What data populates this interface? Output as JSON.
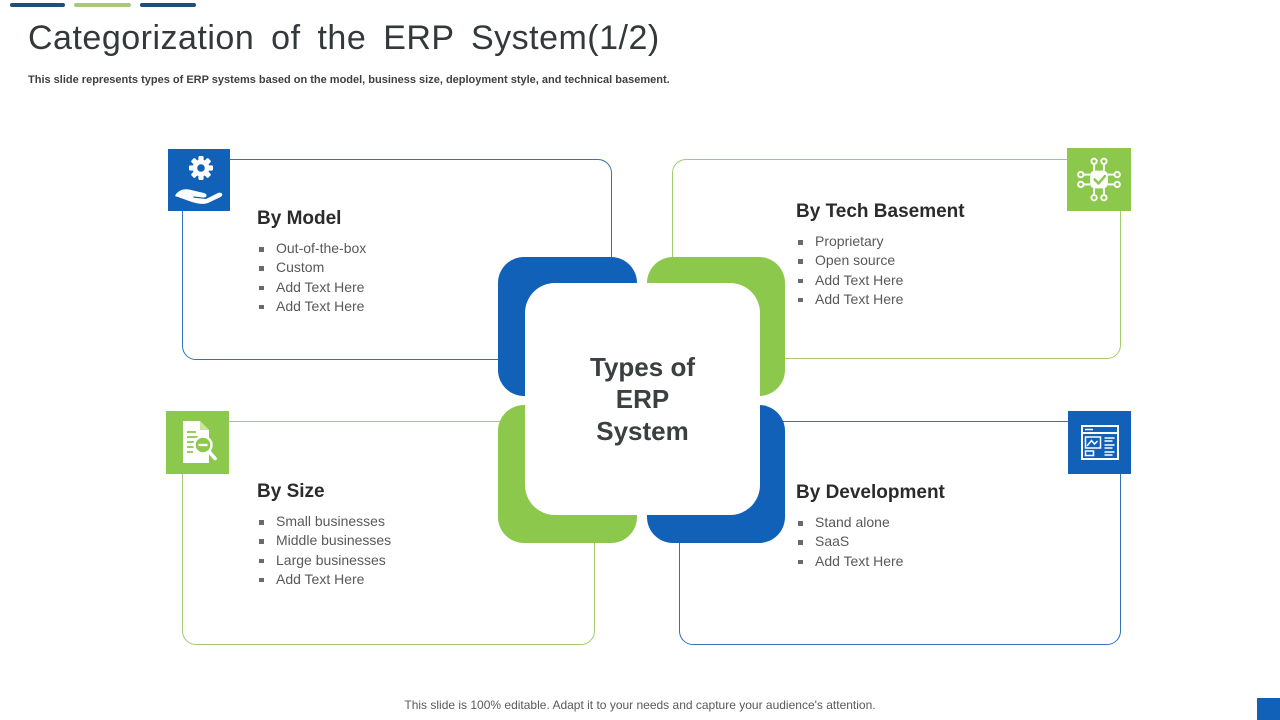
{
  "slide": {
    "title": "Categorization of the ERP System(1/2)",
    "subtitle": "This slide represents types of ERP systems based on the model,  business size, deployment style, and technical basement.",
    "footer": "This slide is 100% editable. Adapt it to your needs and capture your audience's attention."
  },
  "center": {
    "label": "Types of ERP System"
  },
  "quadrants": [
    {
      "id": "model",
      "title": "By Model",
      "icon": "gear-hand-icon",
      "items": [
        "Out-of-the-box",
        "Custom",
        "Add Text Here",
        "Add Text Here"
      ]
    },
    {
      "id": "tech",
      "title": "By Tech Basement",
      "icon": "network-check-icon",
      "items": [
        "Proprietary",
        "Open source",
        "Add Text Here",
        "Add Text Here"
      ]
    },
    {
      "id": "size",
      "title": "By Size",
      "icon": "document-magnifier-icon",
      "items": [
        "Small businesses",
        "Middle businesses",
        "Large businesses",
        "Add Text Here"
      ]
    },
    {
      "id": "development",
      "title": "By Development",
      "icon": "window-layout-icon",
      "items": [
        "Stand alone",
        "SaaS",
        "Add Text Here"
      ]
    }
  ],
  "colors": {
    "blue": "#1161B8",
    "green": "#8CC84C",
    "border_blue": "#3173B4",
    "border_green": "#A3CC70",
    "navy_bar": "#1F4E79",
    "green_bar": "#A9C87E",
    "heading_text": "#2B2B2B",
    "body_text": "#595959",
    "title_text": "#33383A"
  }
}
